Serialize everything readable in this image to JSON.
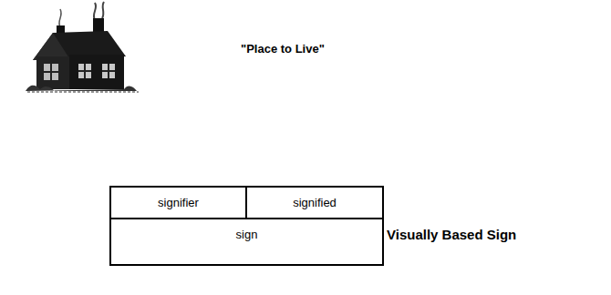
{
  "diagram": {
    "nodes": [
      {
        "text": [
          "signifier"
        ]
      },
      {
        "text": [
          "signified"
        ]
      },
      {
        "text": [
          "sign"
        ]
      }
    ],
    "labels": [
      "\"Place to Live\"",
      "Visually Based Sign"
    ]
  }
}
